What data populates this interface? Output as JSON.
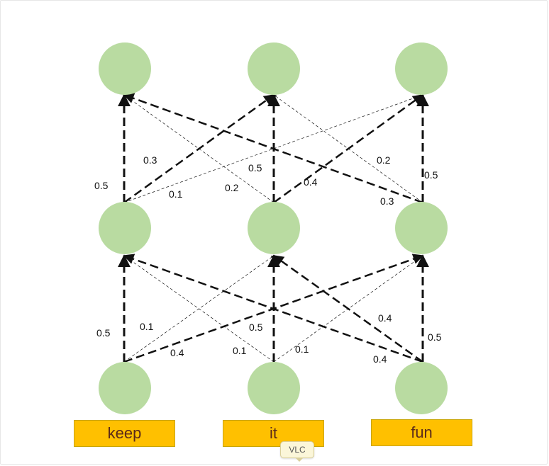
{
  "diagram": {
    "words": [
      "keep",
      "it",
      "fun"
    ],
    "layers": 3,
    "node_color": "#b9dba1",
    "word_box_color": "#ffc000",
    "edge_labels_lower": [
      "0.5",
      "0.1",
      "0.4",
      "0.5",
      "0.1",
      "0.1",
      "0.4",
      "0.4",
      "0.5"
    ],
    "edge_labels_upper": [
      "0.5",
      "0.3",
      "0.1",
      "0.5",
      "0.2",
      "0.4",
      "0.2",
      "0.3",
      "0.5"
    ]
  },
  "tooltip": {
    "label": "VLC"
  }
}
